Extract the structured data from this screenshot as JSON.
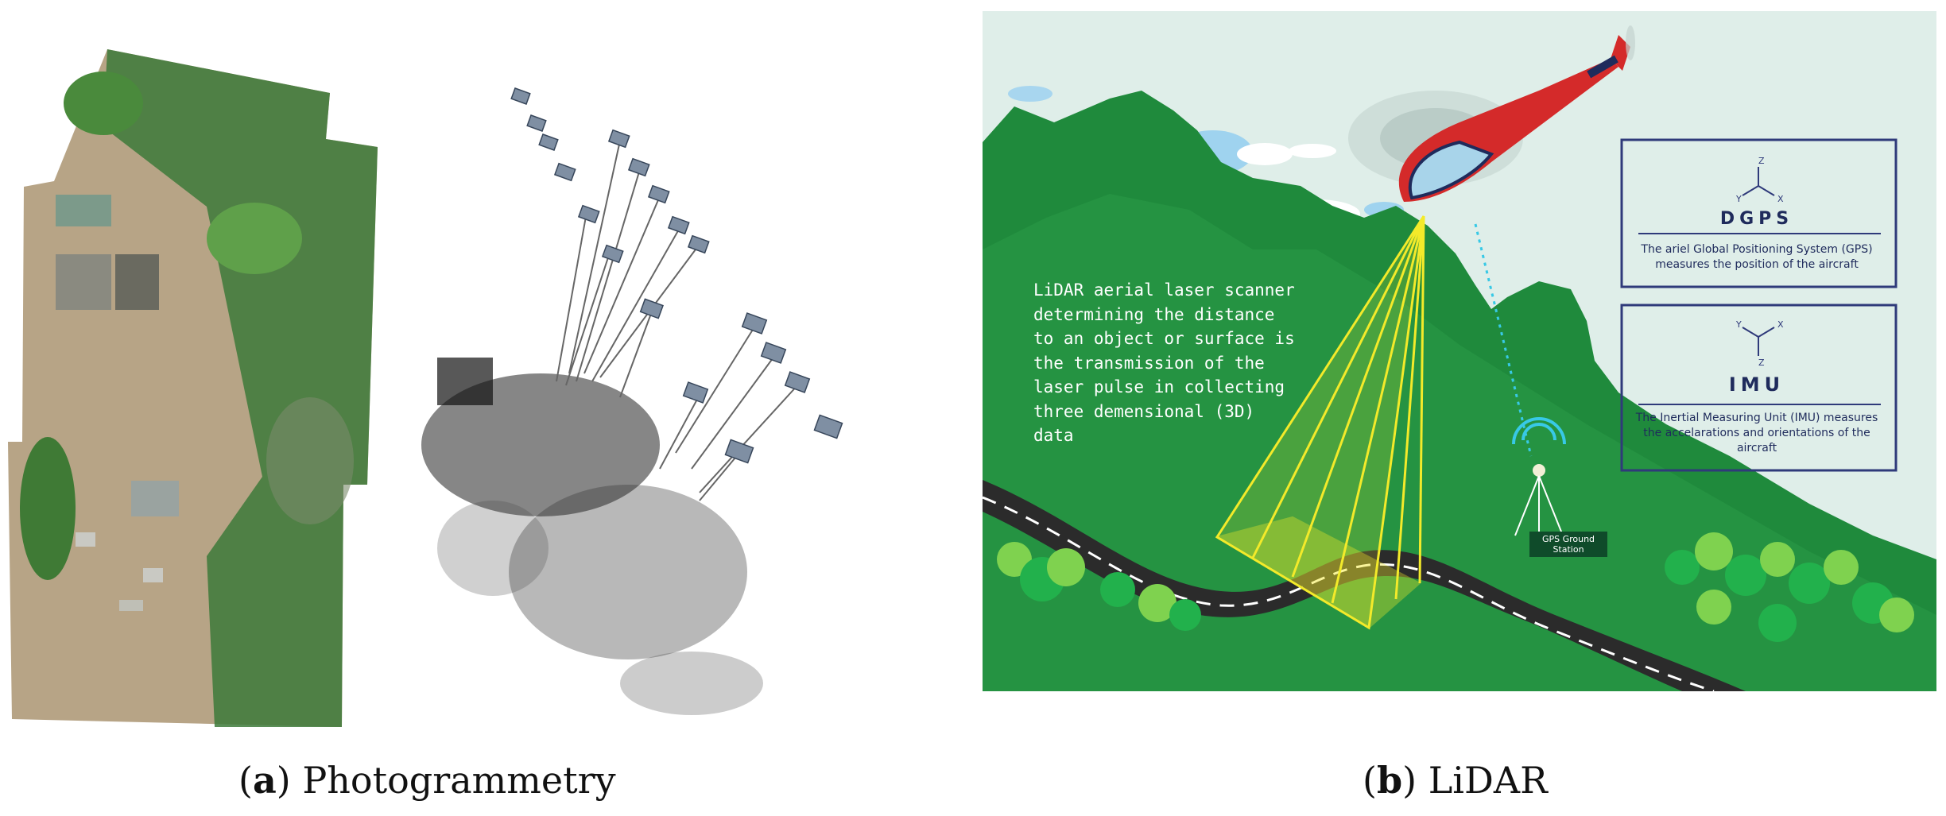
{
  "panels": {
    "a": {
      "caption_letter": "a",
      "caption_text": "Photogrammetry"
    },
    "b": {
      "caption_letter": "b",
      "caption_text": "LiDAR",
      "lidar_description": "LiDAR aerial laser scanner determining the distance to an object or surface is the transmission of the laser pulse in collecting three demensional (3D) data",
      "dgps": {
        "title": "DGPS",
        "description": "The ariel Global Positioning System (GPS) measures the position of the aircraft"
      },
      "imu": {
        "title": "IMU",
        "description": "The Inertial Measuring Unit (IMU) measures the accelarations and orientations of the aircraft"
      },
      "ground_station_label": "GPS Ground Station",
      "axis_labels": {
        "x": "X",
        "y": "Y",
        "z": "Z"
      }
    }
  },
  "colors": {
    "sky": "#dfeee9",
    "mountain_dark": "#1f8a3c",
    "mountain_light": "#35a34a",
    "road": "#2b2b2b",
    "laser": "#f3ea2a",
    "helicopter": "#d42a2a",
    "box_border": "#2f3a7a",
    "tree": "#7fd24f"
  }
}
